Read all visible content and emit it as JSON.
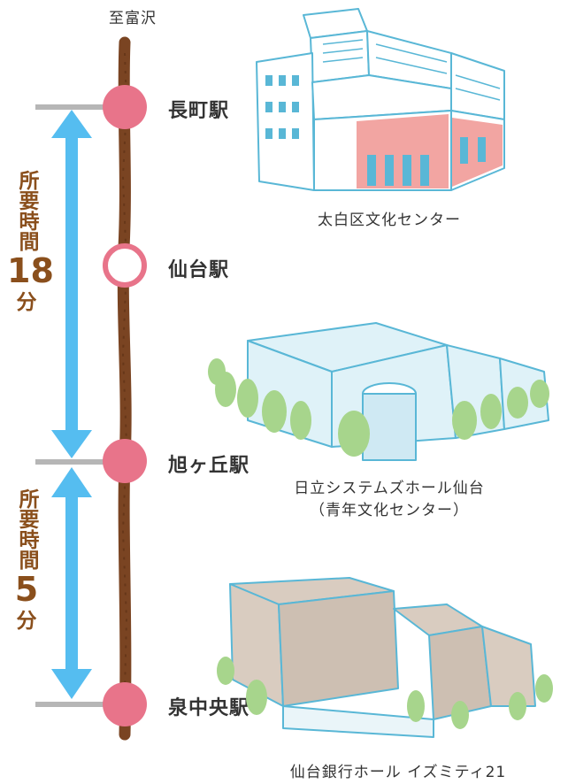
{
  "direction": "至富沢",
  "stations": [
    {
      "name": "長町駅",
      "type": "filled"
    },
    {
      "name": "仙台駅",
      "type": "hollow"
    },
    {
      "name": "旭ヶ丘駅",
      "type": "filled"
    },
    {
      "name": "泉中央駅",
      "type": "filled"
    }
  ],
  "durations": [
    {
      "label": "所要時間",
      "number": "18",
      "unit": "分"
    },
    {
      "label": "所要時間",
      "number": "5",
      "unit": "分"
    }
  ],
  "buildings": [
    {
      "caption": "太白区文化センター",
      "caption2": ""
    },
    {
      "caption": "日立システムズホール仙台",
      "caption2": "（青年文化センター）"
    },
    {
      "caption": "仙台銀行ホール イズミティ21",
      "caption2": ""
    }
  ],
  "colors": {
    "line": "#7a4422",
    "station": "#e8748a",
    "arrow": "#55bdf0",
    "tick": "#b6b6b6",
    "duration_text": "#8a4f1c",
    "building_outline": "#59b7d6"
  }
}
